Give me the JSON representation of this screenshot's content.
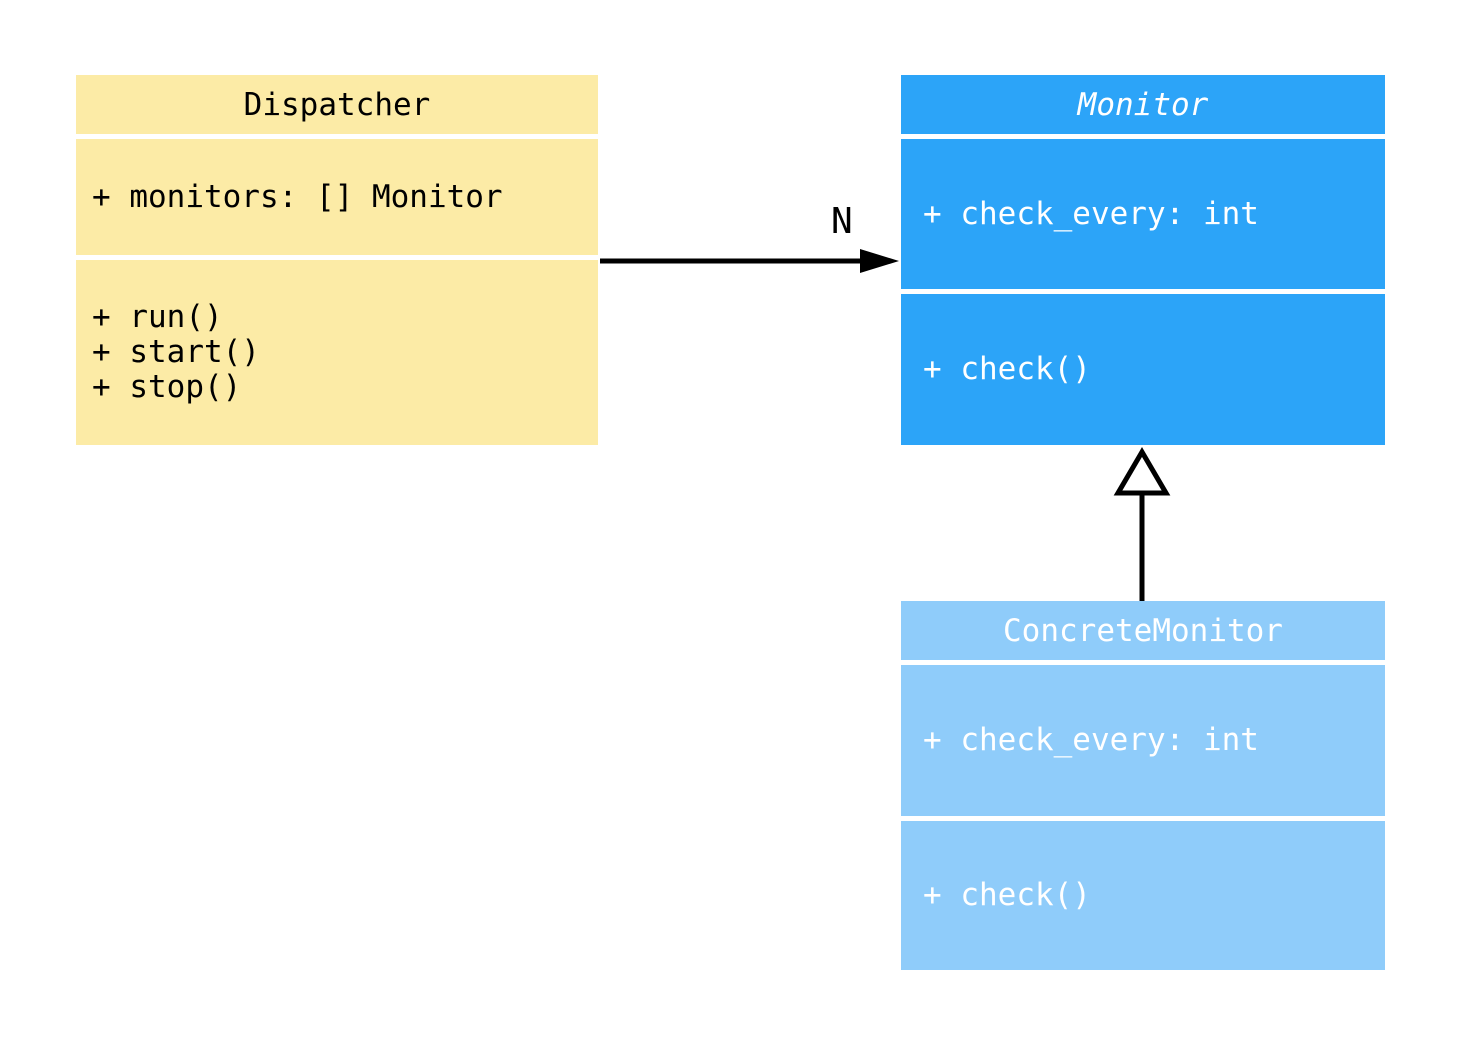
{
  "diagram": {
    "background_color": "#ffffff",
    "arrow_color": "#000000",
    "classes": [
      {
        "name": "Dispatcher",
        "abstract": false,
        "fill": "#FCEBA6",
        "text_color": "#000000",
        "attributes": [
          "+ monitors: [] Monitor"
        ],
        "methods": [
          "+ run()",
          "+ start()",
          "+ stop()"
        ]
      },
      {
        "name": "Monitor",
        "abstract": true,
        "fill": "#2CA4F8",
        "text_color": "#ffffff",
        "attributes": [
          "+ check_every: int"
        ],
        "methods": [
          "+ check()"
        ]
      },
      {
        "name": "ConcreteMonitor",
        "abstract": false,
        "fill": "#8FCCFA",
        "text_color": "#ffffff",
        "attributes": [
          "+ check_every: int"
        ],
        "methods": [
          "+ check()"
        ]
      }
    ],
    "relations": [
      {
        "type": "association",
        "from": "Dispatcher",
        "to": "Monitor",
        "label": "N"
      },
      {
        "type": "inheritance",
        "from": "ConcreteMonitor",
        "to": "Monitor",
        "label": ""
      }
    ]
  }
}
